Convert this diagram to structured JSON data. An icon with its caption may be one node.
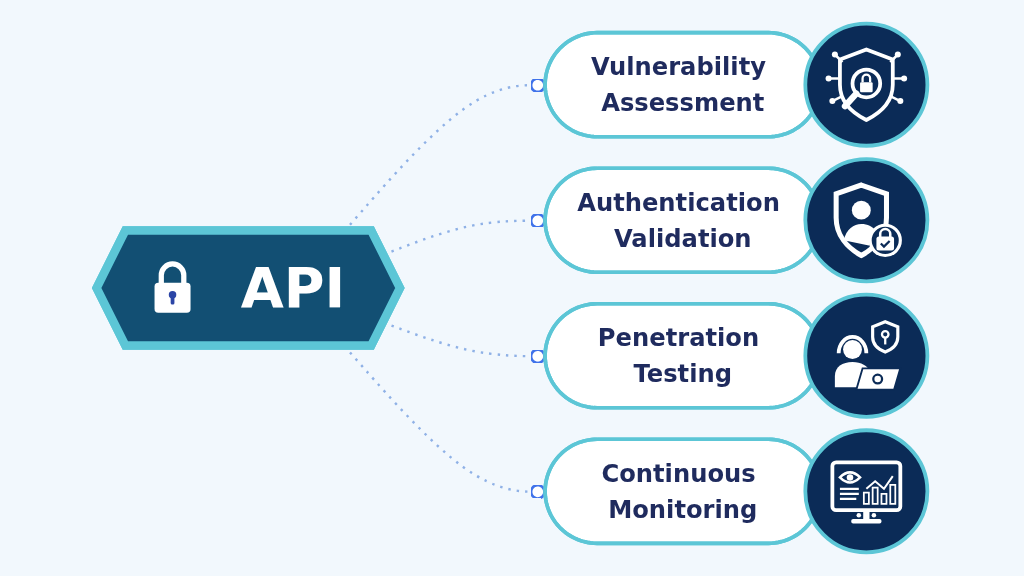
{
  "diagram": {
    "nodes": [
      {
        "text": [
          "Vulnerability Assessment"
        ]
      },
      {
        "text": [
          "Authentication Validation"
        ]
      },
      {
        "text": [
          "API"
        ]
      },
      {
        "text": [
          "Penetration Testing"
        ]
      },
      {
        "text": [
          "Continuous Monitoring"
        ]
      }
    ],
    "edges": [
      {
        "from": 2,
        "to": 0,
        "arrow": "other",
        "style": "dashed"
      },
      {
        "from": 2,
        "to": 1,
        "arrow": "other",
        "style": "dashed"
      },
      {
        "from": 2,
        "to": 3,
        "arrow": "other",
        "style": "dashed"
      },
      {
        "from": 2,
        "to": 4,
        "arrow": "other",
        "style": "dashed"
      }
    ]
  }
}
